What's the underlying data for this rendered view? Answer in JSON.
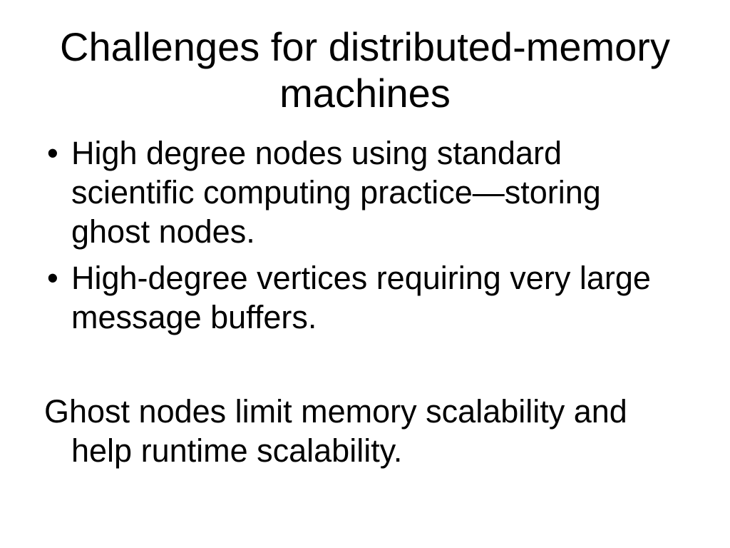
{
  "slide": {
    "title": "Challenges for distributed-memory machines",
    "bullets": [
      {
        "marker": "•",
        "text": "High degree nodes using standard scientific computing practice—storing ghost nodes."
      },
      {
        "marker": "•",
        "text": "High-degree vertices requiring very large message buffers."
      }
    ],
    "note": "Ghost nodes limit memory scalability and help runtime scalability."
  },
  "colors": {
    "background": "#ffffff",
    "text": "#000000"
  }
}
